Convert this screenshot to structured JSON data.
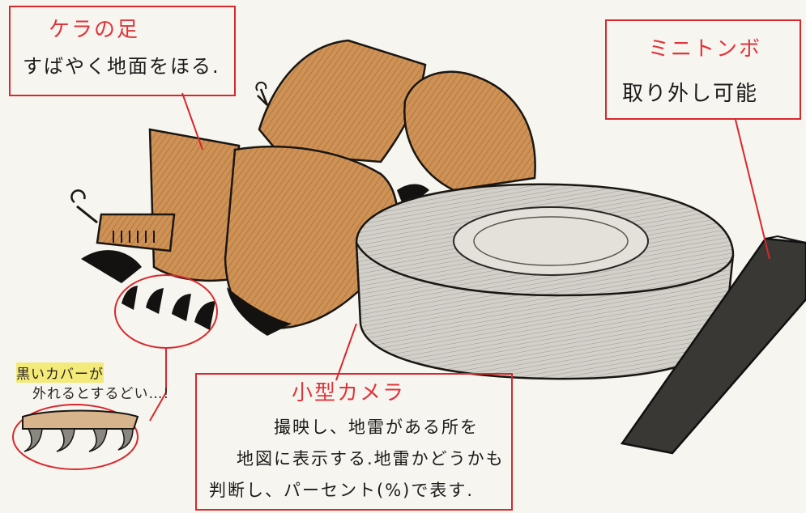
{
  "labels": {
    "leg": {
      "title": "ケラの足",
      "text": "すばやく地面をほる."
    },
    "shovel": {
      "title": "ミニトンボ",
      "text": "取り外し可能"
    },
    "camera": {
      "title": "小型カメラ",
      "lines": [
        "撮映し、地雷がある所を",
        "地図に表示する.地雷かどうかも",
        "判断し、パーセント(%)で表す."
      ]
    },
    "note": {
      "lines": [
        "黒いカバーが",
        "外れるとするどい…!"
      ]
    }
  },
  "colors": {
    "label_red": "#d8282c",
    "leg_brown": "#c98a52",
    "camera_gray": "#c9c6c0",
    "shovel_dark": "#3a3835",
    "claw_black": "#141210"
  }
}
